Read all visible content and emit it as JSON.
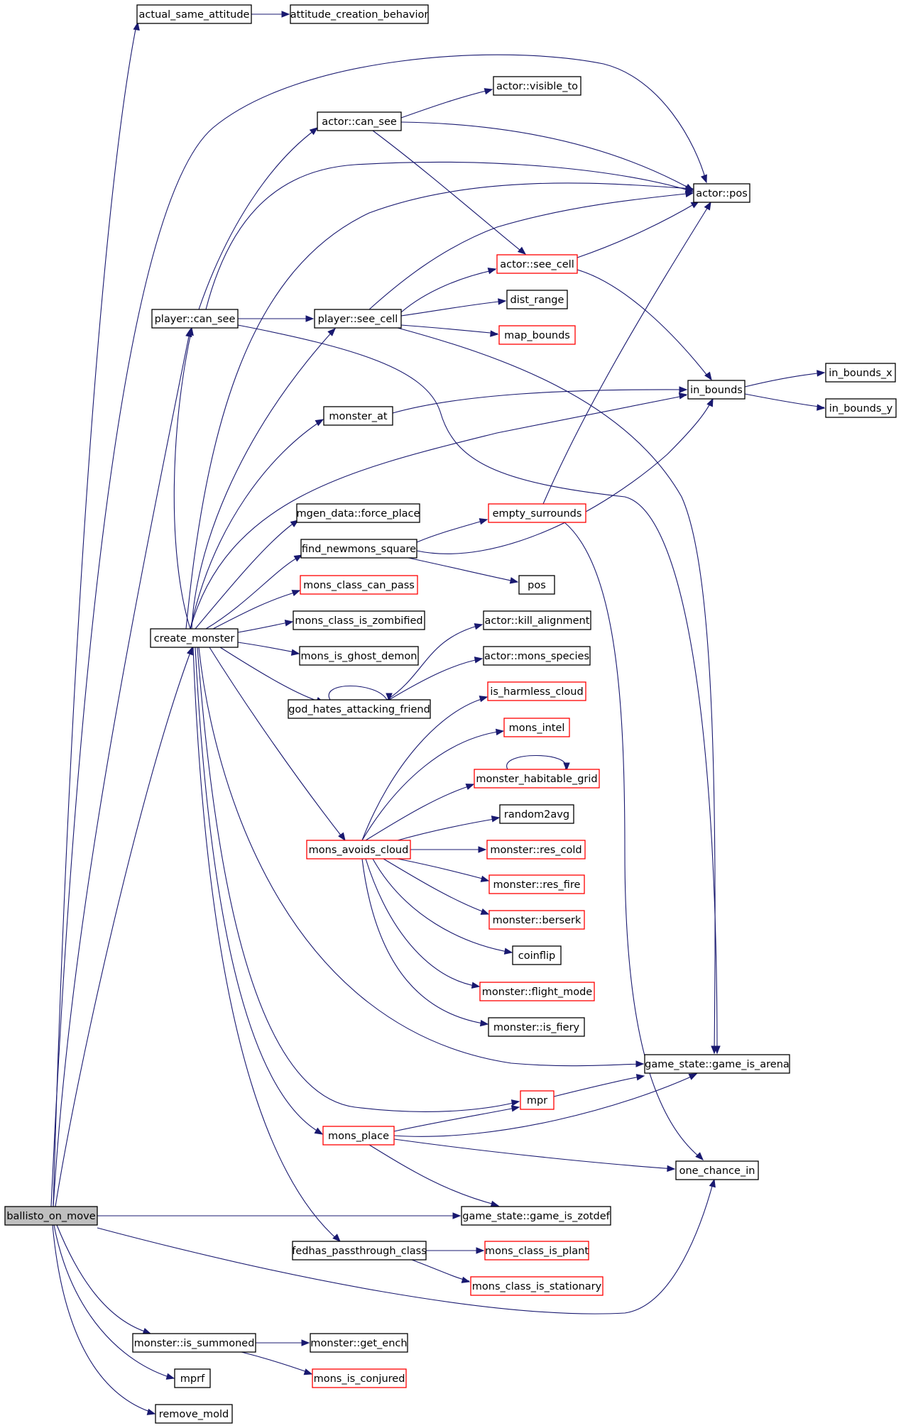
{
  "nodes": [
    {
      "id": "ballisto_on_move",
      "label": "ballisto_on_move",
      "style": "root"
    },
    {
      "id": "actual_same_attitude",
      "label": "actual_same_attitude",
      "style": "normal"
    },
    {
      "id": "attitude_creation_behavior",
      "label": "attitude_creation_behavior",
      "style": "normal"
    },
    {
      "id": "actor_visible_to",
      "label": "actor::visible_to",
      "style": "normal"
    },
    {
      "id": "actor_can_see",
      "label": "actor::can_see",
      "style": "normal"
    },
    {
      "id": "actor_pos",
      "label": "actor::pos",
      "style": "normal"
    },
    {
      "id": "actor_see_cell",
      "label": "actor::see_cell",
      "style": "red"
    },
    {
      "id": "dist_range",
      "label": "dist_range",
      "style": "normal"
    },
    {
      "id": "player_can_see",
      "label": "player::can_see",
      "style": "normal"
    },
    {
      "id": "player_see_cell",
      "label": "player::see_cell",
      "style": "normal"
    },
    {
      "id": "map_bounds",
      "label": "map_bounds",
      "style": "red"
    },
    {
      "id": "in_bounds_x",
      "label": "in_bounds_x",
      "style": "normal"
    },
    {
      "id": "in_bounds",
      "label": "in_bounds",
      "style": "normal"
    },
    {
      "id": "in_bounds_y",
      "label": "in_bounds_y",
      "style": "normal"
    },
    {
      "id": "monster_at",
      "label": "monster_at",
      "style": "normal"
    },
    {
      "id": "mgen_force_place",
      "label": "mgen_data::force_place",
      "style": "normal"
    },
    {
      "id": "empty_surrounds",
      "label": "empty_surrounds",
      "style": "red"
    },
    {
      "id": "find_newmons_square",
      "label": "find_newmons_square",
      "style": "normal"
    },
    {
      "id": "mons_class_can_pass",
      "label": "mons_class_can_pass",
      "style": "red"
    },
    {
      "id": "pos",
      "label": "pos",
      "style": "normal"
    },
    {
      "id": "actor_kill_alignment",
      "label": "actor::kill_alignment",
      "style": "normal"
    },
    {
      "id": "mons_class_is_zombified",
      "label": "mons_class_is_zombified",
      "style": "normal"
    },
    {
      "id": "create_monster",
      "label": "create_monster",
      "style": "normal"
    },
    {
      "id": "mons_is_ghost_demon",
      "label": "mons_is_ghost_demon",
      "style": "normal"
    },
    {
      "id": "actor_mons_species",
      "label": "actor::mons_species",
      "style": "normal"
    },
    {
      "id": "is_harmless_cloud",
      "label": "is_harmless_cloud",
      "style": "red"
    },
    {
      "id": "god_hates_attacking_friend",
      "label": "god_hates_attacking_friend",
      "style": "normal"
    },
    {
      "id": "mons_intel",
      "label": "mons_intel",
      "style": "red"
    },
    {
      "id": "monster_habitable_grid",
      "label": "monster_habitable_grid",
      "style": "red"
    },
    {
      "id": "random2avg",
      "label": "random2avg",
      "style": "normal"
    },
    {
      "id": "mons_avoids_cloud",
      "label": "mons_avoids_cloud",
      "style": "red"
    },
    {
      "id": "monster_res_cold",
      "label": "monster::res_cold",
      "style": "red"
    },
    {
      "id": "monster_res_fire",
      "label": "monster::res_fire",
      "style": "red"
    },
    {
      "id": "monster_berserk",
      "label": "monster::berserk",
      "style": "red"
    },
    {
      "id": "coinflip",
      "label": "coinflip",
      "style": "normal"
    },
    {
      "id": "monster_flight_mode",
      "label": "monster::flight_mode",
      "style": "red"
    },
    {
      "id": "monster_is_fiery",
      "label": "monster::is_fiery",
      "style": "normal"
    },
    {
      "id": "game_is_arena",
      "label": "game_state::game_is_arena",
      "style": "normal"
    },
    {
      "id": "mpr",
      "label": "mpr",
      "style": "red"
    },
    {
      "id": "mons_place",
      "label": "mons_place",
      "style": "red"
    },
    {
      "id": "one_chance_in",
      "label": "one_chance_in",
      "style": "normal"
    },
    {
      "id": "game_is_zotdef",
      "label": "game_state::game_is_zotdef",
      "style": "normal"
    },
    {
      "id": "fedhas_passthrough_class",
      "label": "fedhas_passthrough_class",
      "style": "normal"
    },
    {
      "id": "mons_class_is_plant",
      "label": "mons_class_is_plant",
      "style": "red"
    },
    {
      "id": "mons_class_is_stationary",
      "label": "mons_class_is_stationary",
      "style": "red"
    },
    {
      "id": "monster_is_summoned",
      "label": "monster::is_summoned",
      "style": "normal"
    },
    {
      "id": "monster_get_ench",
      "label": "monster::get_ench",
      "style": "normal"
    },
    {
      "id": "mprf",
      "label": "mprf",
      "style": "normal"
    },
    {
      "id": "mons_is_conjured",
      "label": "mons_is_conjured",
      "style": "red"
    },
    {
      "id": "remove_mold",
      "label": "remove_mold",
      "style": "normal"
    }
  ],
  "colors": {
    "edge": "#191970",
    "node_border": "#000000",
    "node_border_unresolved": "#ff0000",
    "root_fill": "#bfbfbf",
    "node_fill": "#ffffff"
  }
}
